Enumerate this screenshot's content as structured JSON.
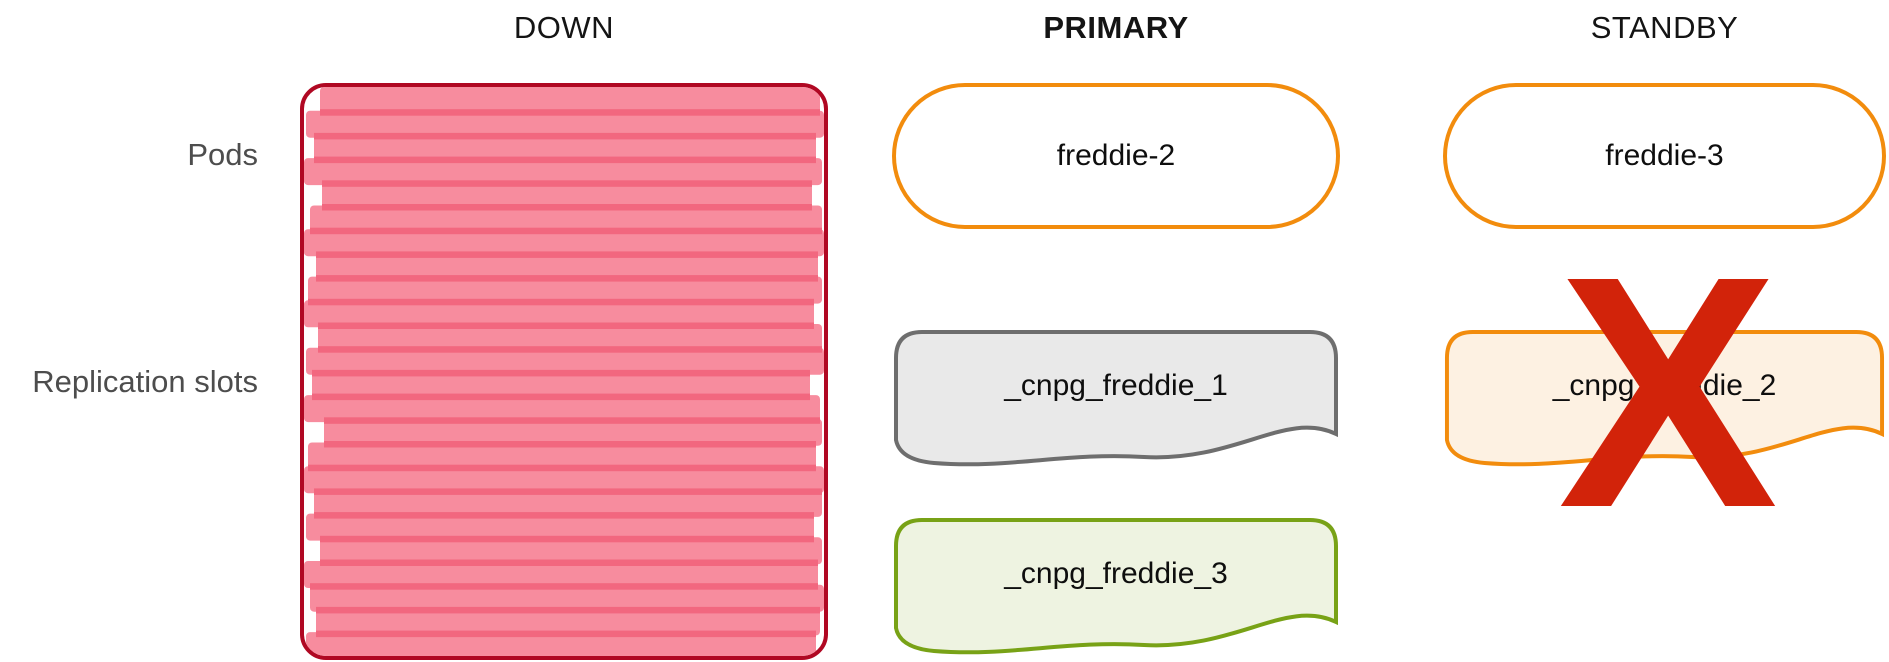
{
  "diagram": {
    "columns": [
      {
        "id": "down",
        "label": "DOWN"
      },
      {
        "id": "primary",
        "label": "PRIMARY"
      },
      {
        "id": "standby",
        "label": "STANDBY"
      }
    ],
    "rows": [
      {
        "id": "pods",
        "label": "Pods"
      },
      {
        "id": "replication_slots",
        "label": "Replication slots"
      }
    ],
    "nodes": {
      "down_pod": {
        "status": "down",
        "appearance": "red box scribbled out with pink marker strokes"
      },
      "primary_pod": {
        "name": "freddie-2"
      },
      "standby_pod": {
        "name": "freddie-3"
      },
      "primary_slot_1": {
        "name": "_cnpg_freddie_1"
      },
      "primary_slot_3": {
        "name": "_cnpg_freddie_3"
      },
      "standby_slot_2": {
        "name": "_cnpg_freddie_2",
        "crossed_out": true
      }
    },
    "x_mark_glyph": "X"
  },
  "colors": {
    "down_border": "#b00823",
    "down_fill": "#f78c9e",
    "down_stripe": "#f2677f",
    "pod_border": "#f28c0d",
    "slot_primary_border": "#6e6e6e",
    "slot_primary_fill": "#e9e9e9",
    "slot_secondary_border": "#78a216",
    "slot_secondary_fill": "#eef3e1",
    "slot_standby_border": "#f28c0d",
    "slot_standby_fill": "#fdf1e2",
    "x_mark": "#d2230a",
    "label_text": "#4d4d4d",
    "node_text": "#0e0e0e"
  }
}
